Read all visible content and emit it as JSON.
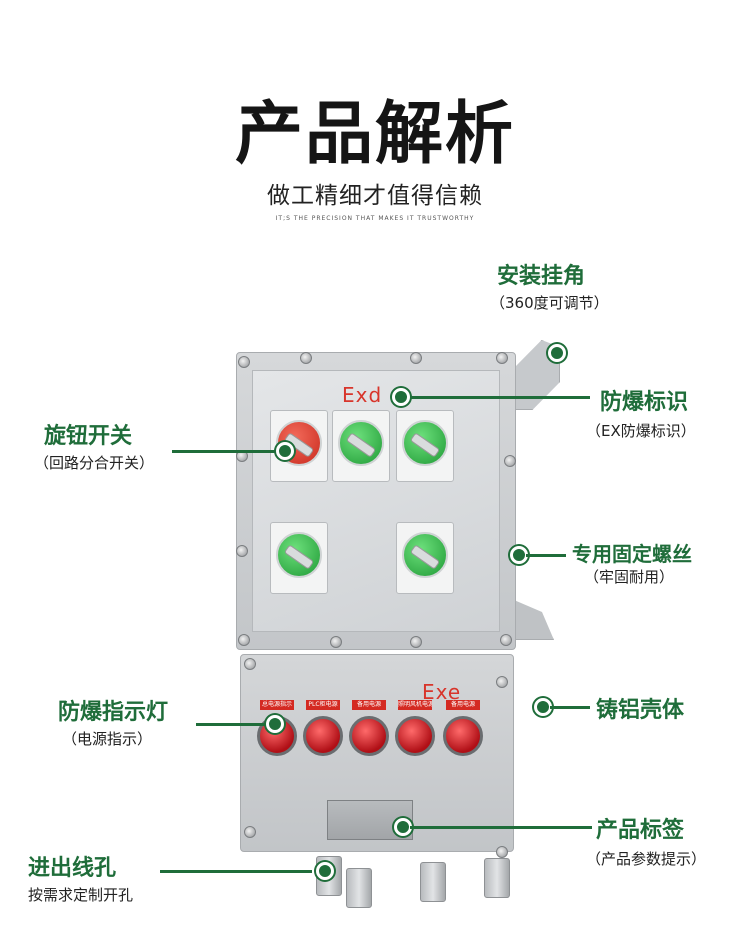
{
  "header": {
    "title": "产品解析",
    "subtitle": "做工精细才值得信赖",
    "tagline": "IT;S THE PRECISION THAT MAKES IT TRUSTWORTHY"
  },
  "callouts": {
    "mount_corner": {
      "title": "安装挂角",
      "note": "（360度可调节）"
    },
    "explosion_mark": {
      "title": "防爆标识",
      "note": "（EX防爆标识）"
    },
    "rotary_switch": {
      "title": "旋钮开关",
      "note": "（回路分合开关）"
    },
    "fixing_screw": {
      "title": "专用固定螺丝",
      "note": "（牢固耐用）"
    },
    "indicator_light": {
      "title": "防爆指示灯",
      "note": "（电源指示）"
    },
    "cast_shell": {
      "title": "铸铝壳体"
    },
    "nameplate": {
      "title": "产品标签",
      "note": "（产品参数提示）"
    },
    "cable_entry": {
      "title": "进出线孔",
      "note": "按需求定制开孔"
    }
  },
  "device": {
    "top_marking": "Exd",
    "bottom_marking": "Exe",
    "lamp_labels": [
      "总电源指示",
      "PLC柜电源",
      "备用电源",
      "照明风机电源",
      "备用电源"
    ],
    "accent_line": "#1f6d3a",
    "shell_color": "#c8cbce"
  }
}
